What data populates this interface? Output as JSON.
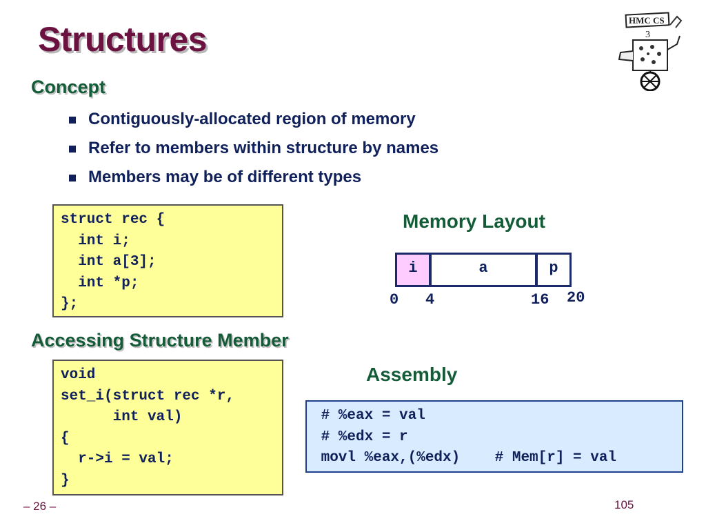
{
  "slide": {
    "title": "Structures",
    "concept_heading": "Concept",
    "bullets": [
      "Contiguously-allocated region of memory",
      "Refer to members within structure by names",
      "Members may be of different types"
    ],
    "struct_code": "struct rec {\n  int i;\n  int a[3];\n  int *p;\n};",
    "memory_layout_heading": "Memory Layout",
    "memory_cells": [
      "i",
      "a",
      "p"
    ],
    "memory_offsets": [
      "0",
      "4",
      "16",
      "20"
    ],
    "accessing_heading": "Accessing Structure Member",
    "function_code": "void\nset_i(struct rec *r,\n      int val)\n{\n  r->i = val;\n}",
    "assembly_heading": "Assembly",
    "assembly_code": " # %eax = val\n # %edx = r\n movl %eax,(%edx)    # Mem[r] = val",
    "page_label": "– 26 –",
    "slide_number": "105",
    "logo_text": "HMC CS"
  },
  "colors": {
    "title": "#6b1240",
    "heading": "#145c38",
    "body_text": "#10205a",
    "code_yellow_bg": "#ffff99",
    "code_blue_bg": "#d9ecff",
    "cell_i_bg": "#ffccff"
  },
  "icons": {
    "bullet": "square-bullet-icon",
    "logo": "hmc-cs-robot-logo"
  }
}
